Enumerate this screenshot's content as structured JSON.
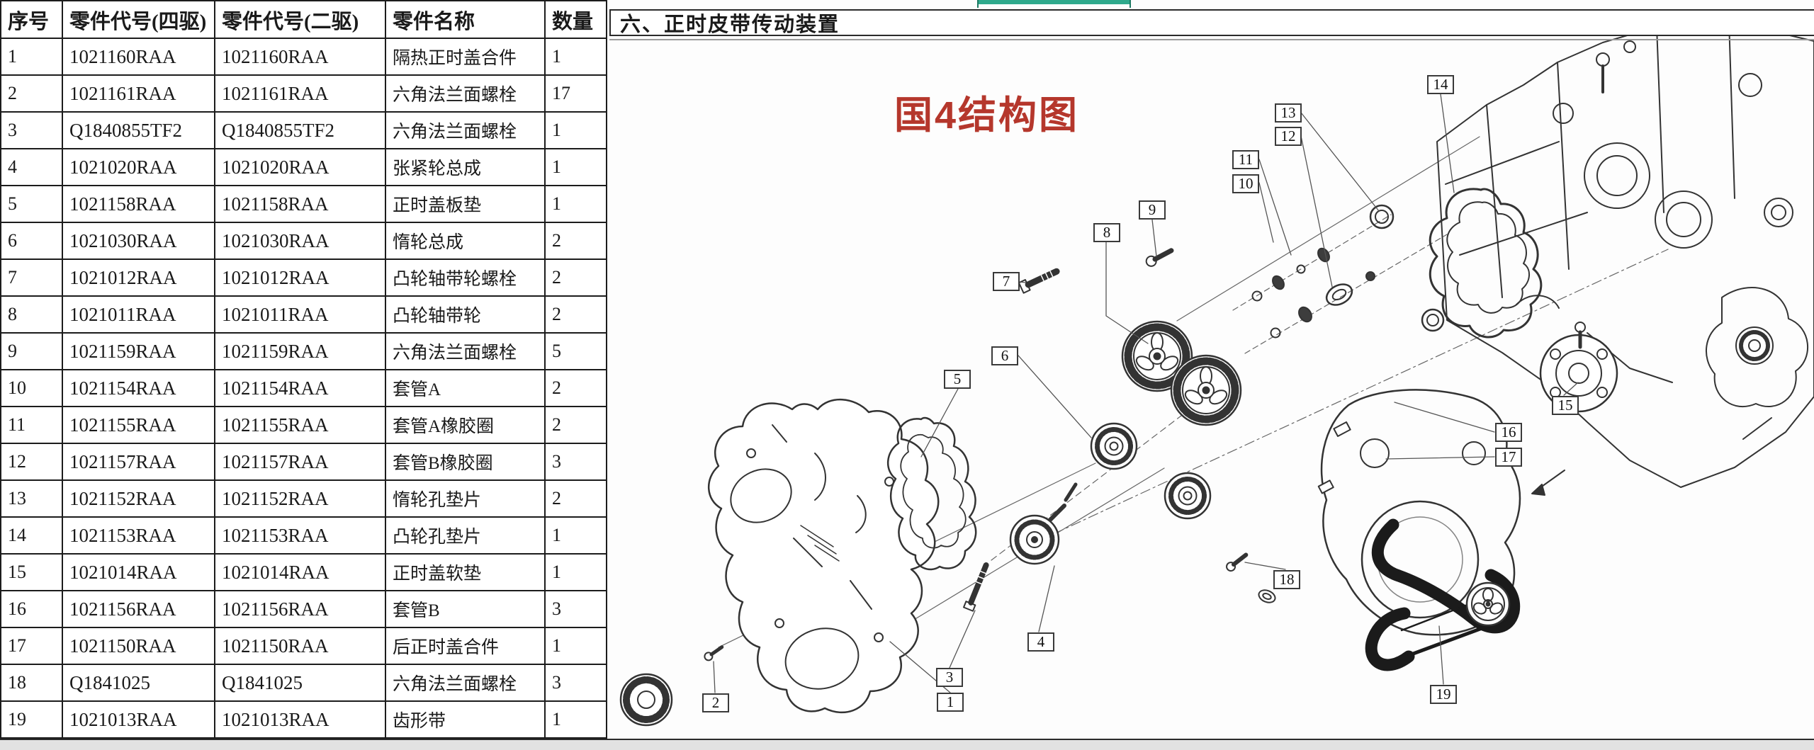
{
  "diagram": {
    "section_title": "六、正时皮带传动装置",
    "red_label": "国4结构图",
    "red_label_color": "#b5372c",
    "green_tab_color": "#2fa98c",
    "callouts": [
      "1",
      "2",
      "3",
      "4",
      "5",
      "6",
      "7",
      "8",
      "9",
      "10",
      "11",
      "12",
      "13",
      "14",
      "15",
      "16",
      "17",
      "18",
      "19"
    ]
  },
  "table": {
    "headers": [
      "序号",
      "零件代号(四驱)",
      "零件代号(二驱)",
      "零件名称",
      "数量"
    ],
    "rows": [
      {
        "no": "1",
        "code4": "1021160RAA",
        "code2": "1021160RAA",
        "name": "隔热正时盖合件",
        "qty": "1"
      },
      {
        "no": "2",
        "code4": "1021161RAA",
        "code2": "1021161RAA",
        "name": "六角法兰面螺栓",
        "qty": "17"
      },
      {
        "no": "3",
        "code4": "Q1840855TF2",
        "code2": "Q1840855TF2",
        "name": "六角法兰面螺栓",
        "qty": "1"
      },
      {
        "no": "4",
        "code4": "1021020RAA",
        "code2": "1021020RAA",
        "name": "张紧轮总成",
        "qty": "1"
      },
      {
        "no": "5",
        "code4": "1021158RAA",
        "code2": "1021158RAA",
        "name": "正时盖板垫",
        "qty": "1"
      },
      {
        "no": "6",
        "code4": "1021030RAA",
        "code2": "1021030RAA",
        "name": "惰轮总成",
        "qty": "2"
      },
      {
        "no": "7",
        "code4": "1021012RAA",
        "code2": "1021012RAA",
        "name": "凸轮轴带轮螺栓",
        "qty": "2"
      },
      {
        "no": "8",
        "code4": "1021011RAA",
        "code2": "1021011RAA",
        "name": "凸轮轴带轮",
        "qty": "2"
      },
      {
        "no": "9",
        "code4": "1021159RAA",
        "code2": "1021159RAA",
        "name": "六角法兰面螺栓",
        "qty": "5"
      },
      {
        "no": "10",
        "code4": "1021154RAA",
        "code2": "1021154RAA",
        "name": "套管A",
        "qty": "2"
      },
      {
        "no": "11",
        "code4": "1021155RAA",
        "code2": "1021155RAA",
        "name": "套管A橡胶圈",
        "qty": "2"
      },
      {
        "no": "12",
        "code4": "1021157RAA",
        "code2": "1021157RAA",
        "name": "套管B橡胶圈",
        "qty": "3"
      },
      {
        "no": "13",
        "code4": "1021152RAA",
        "code2": "1021152RAA",
        "name": "惰轮孔垫片",
        "qty": "2"
      },
      {
        "no": "14",
        "code4": "1021153RAA",
        "code2": "1021153RAA",
        "name": "凸轮孔垫片",
        "qty": "1"
      },
      {
        "no": "15",
        "code4": "1021014RAA",
        "code2": "1021014RAA",
        "name": "正时盖软垫",
        "qty": "1"
      },
      {
        "no": "16",
        "code4": "1021156RAA",
        "code2": "1021156RAA",
        "name": "套管B",
        "qty": "3"
      },
      {
        "no": "17",
        "code4": "1021150RAA",
        "code2": "1021150RAA",
        "name": "后正时盖合件",
        "qty": "1"
      },
      {
        "no": "18",
        "code4": "Q1841025",
        "code2": "Q1841025",
        "name": "六角法兰面螺栓",
        "qty": "3"
      },
      {
        "no": "19",
        "code4": "1021013RAA",
        "code2": "1021013RAA",
        "name": "齿形带",
        "qty": "1"
      }
    ]
  }
}
